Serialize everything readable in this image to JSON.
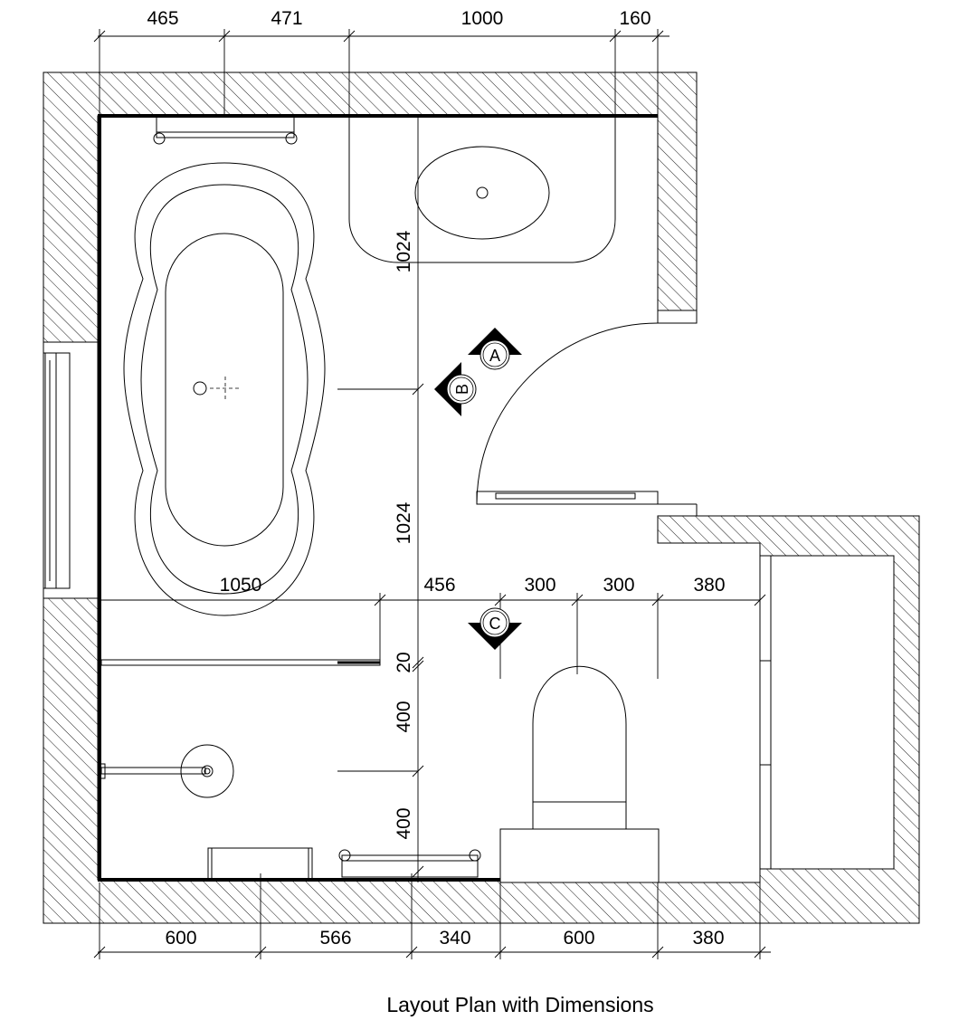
{
  "caption": "Layout Plan with Dimensions",
  "dimensions": {
    "top": [
      "465",
      "471",
      "1000",
      "160"
    ],
    "bottom": [
      "600",
      "566",
      "340",
      "600",
      "380"
    ],
    "middle_row": [
      "1050",
      "456",
      "300",
      "300",
      "380"
    ],
    "vertical_upper": "1024",
    "vertical_lower": "1024",
    "vertical_gap": "20",
    "vertical_shower_1": "400",
    "vertical_shower_2": "400"
  },
  "view_markers": [
    "A",
    "B",
    "C"
  ]
}
